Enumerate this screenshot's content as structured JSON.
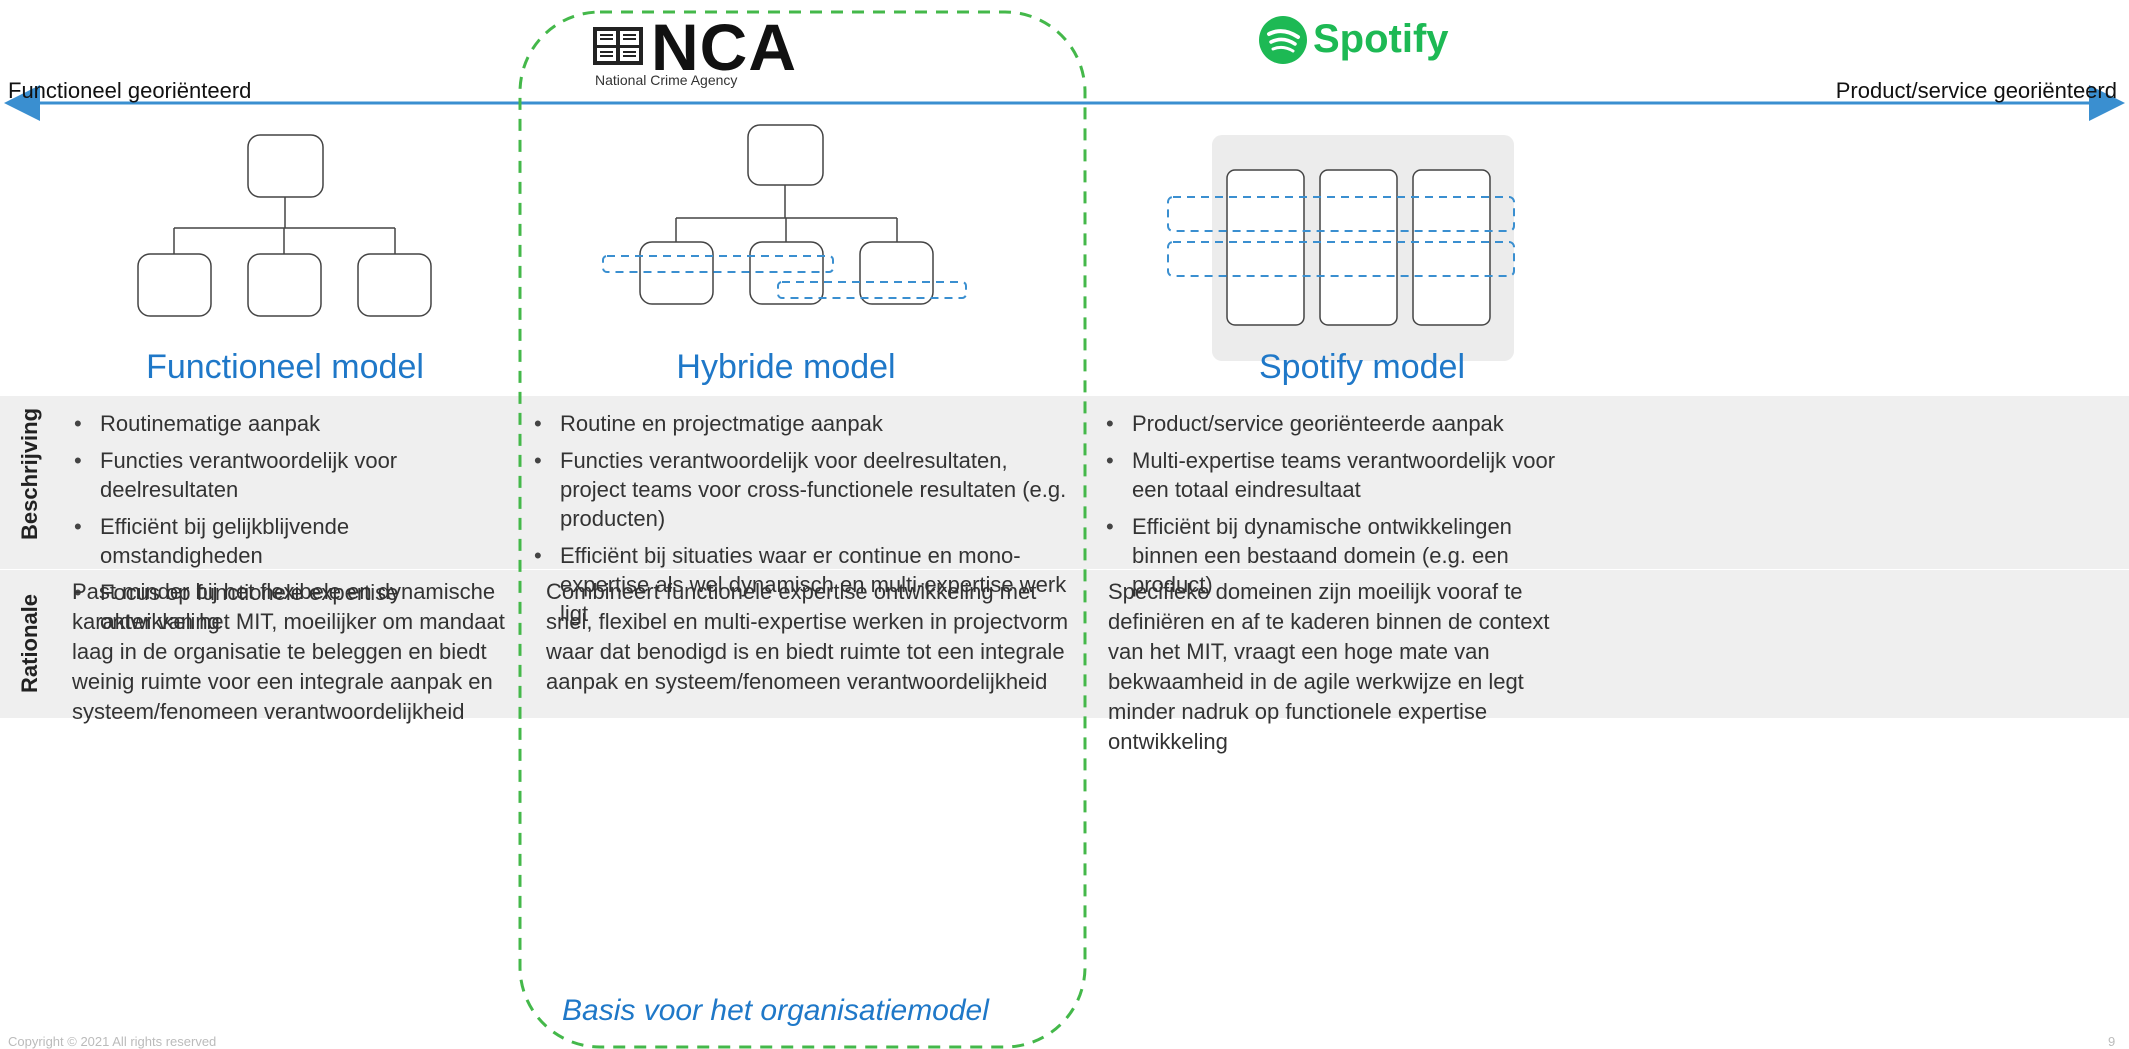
{
  "axis": {
    "left_label": "Functioneel georiënteerd",
    "right_label": "Product/service georiënteerd",
    "color": "#3a8fd0"
  },
  "logos": {
    "nca": {
      "name": "NCA",
      "subtitle": "National Crime Agency",
      "icon": "crest-icon"
    },
    "spotify": {
      "name": "Spotify",
      "icon": "spotify-icon",
      "color": "#1db954"
    }
  },
  "columns": [
    {
      "title": "Functioneel model"
    },
    {
      "title": "Hybride model"
    },
    {
      "title": "Spotify model"
    }
  ],
  "rows": {
    "beschrijving": {
      "label": "Beschrijving",
      "cells": [
        [
          "Routinematige aanpak",
          "Functies verantwoordelijk voor deelresultaten",
          "Efficiënt bij gelijkblijvende omstandigheden",
          "Focus op functionele expertise ontwikkeling"
        ],
        [
          "Routine en projectmatige aanpak",
          "Functies verantwoordelijk voor deelresultaten, project teams voor cross-functionele resultaten (e.g. producten)",
          "Efficiënt bij situaties waar er continue en mono-expertise als wel dynamisch en multi-expertise werk ligt"
        ],
        [
          "Product/service georiënteerde aanpak",
          "Multi-expertise teams verantwoordelijk voor een totaal eindresultaat",
          "Efficiënt bij dynamische ontwikkelingen binnen een bestaand domein (e.g. een product)"
        ]
      ]
    },
    "rationale": {
      "label": "Rationale",
      "cells": [
        "Past minder bij het flexibele en dynamische karakter van het MIT, moeilijker om mandaat laag in de organisatie te beleggen en biedt weinig ruimte voor een integrale aanpak en systeem/fenomeen verantwoordelijkheid",
        "Combineert functionele expertise ontwikkeling met snel, flexibel en multi-expertise werken in projectvorm waar dat benodigd is en biedt ruimte tot een integrale aanpak en systeem/fenomeen verantwoordelijkheid",
        "Specifieke domeinen zijn moeilijk vooraf te definiëren en af te kaderen binnen de context van het MIT, vraagt een hoge mate van bekwaamheid in de agile werkwijze en legt minder nadruk op functionele expertise ontwikkeling"
      ]
    }
  },
  "highlight": {
    "caption": "Basis voor het organisatiemodel",
    "border_color": "#44b84a"
  },
  "footer": {
    "copyright": "Copyright © 2021 All rights reserved",
    "page": "9"
  },
  "colors": {
    "accent": "#1f78c8",
    "dashed_team": "#3a8fd0",
    "band": "#efefef"
  }
}
